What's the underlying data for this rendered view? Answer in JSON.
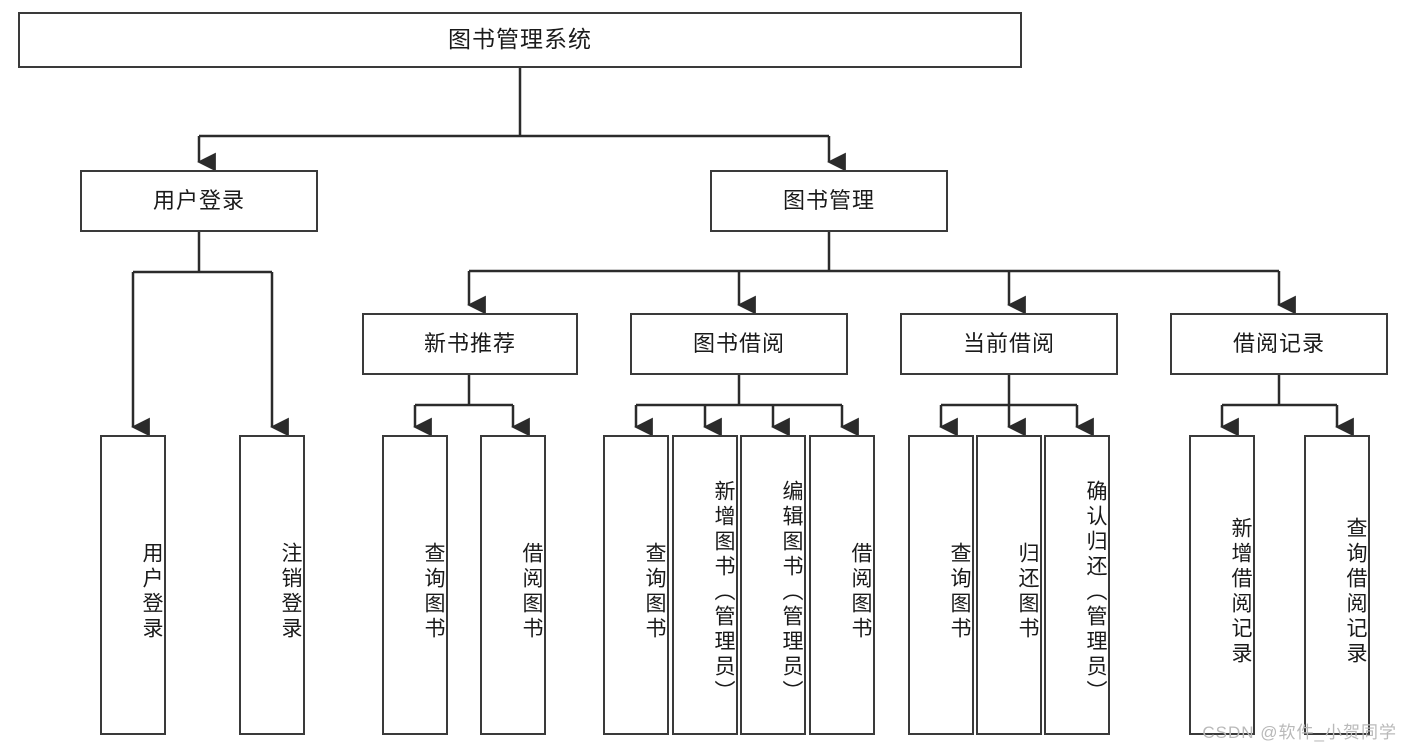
{
  "diagram": {
    "type": "tree",
    "title": "图书管理系统",
    "watermark": "CSDN @软件_小贺同学",
    "colors": {
      "box_border": "#3a3a3a",
      "box_fill": "#ffffff",
      "connector": "#2b2b2b",
      "text": "#1a1a1a",
      "watermark": "#b9b9b9"
    },
    "nodes": {
      "root": {
        "label": "图书管理系统"
      },
      "level2": [
        {
          "id": "user-login",
          "label": "用户登录"
        },
        {
          "id": "book-manage",
          "label": "图书管理"
        }
      ],
      "level3": [
        {
          "id": "new-book-recommend",
          "label": "新书推荐"
        },
        {
          "id": "book-borrow",
          "label": "图书借阅"
        },
        {
          "id": "current-borrow",
          "label": "当前借阅"
        },
        {
          "id": "borrow-record",
          "label": "借阅记录"
        }
      ],
      "leaves": {
        "user-login": [
          {
            "id": "leaf-user-login",
            "label": "用户登录"
          },
          {
            "id": "leaf-logout-login",
            "label": "注销登录"
          }
        ],
        "new-book-recommend": [
          {
            "id": "leaf-query-book-1",
            "label": "查询图书"
          },
          {
            "id": "leaf-borrow-book-1",
            "label": "借阅图书"
          }
        ],
        "book-borrow": [
          {
            "id": "leaf-query-book-2",
            "label": "查询图书"
          },
          {
            "id": "leaf-add-book",
            "label": "新增图书（管理员）"
          },
          {
            "id": "leaf-edit-book",
            "label": "编辑图书（管理员）"
          },
          {
            "id": "leaf-borrow-book-2",
            "label": "借阅图书"
          }
        ],
        "current-borrow": [
          {
            "id": "leaf-query-book-3",
            "label": "查询图书"
          },
          {
            "id": "leaf-return-book",
            "label": "归还图书"
          },
          {
            "id": "leaf-confirm-return",
            "label": "确认归还（管理员）"
          }
        ],
        "borrow-record": [
          {
            "id": "leaf-add-record",
            "label": "新增借阅记录"
          },
          {
            "id": "leaf-query-record",
            "label": "查询借阅记录"
          }
        ]
      }
    }
  }
}
